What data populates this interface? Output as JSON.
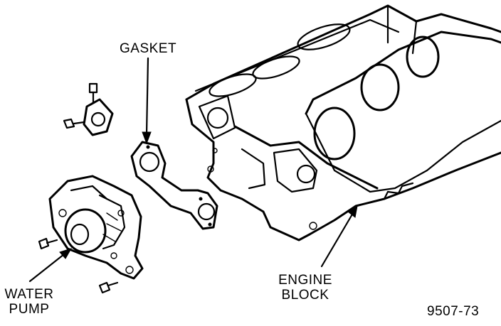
{
  "labels": {
    "gasket": "GASKET",
    "engine_block_line1": "ENGINE",
    "engine_block_line2": "BLOCK",
    "water_pump_line1": "WATER",
    "water_pump_line2": "PUMP",
    "figure_number": "9507-73"
  },
  "colors": {
    "ink": "#000000",
    "background": "#ffffff"
  }
}
